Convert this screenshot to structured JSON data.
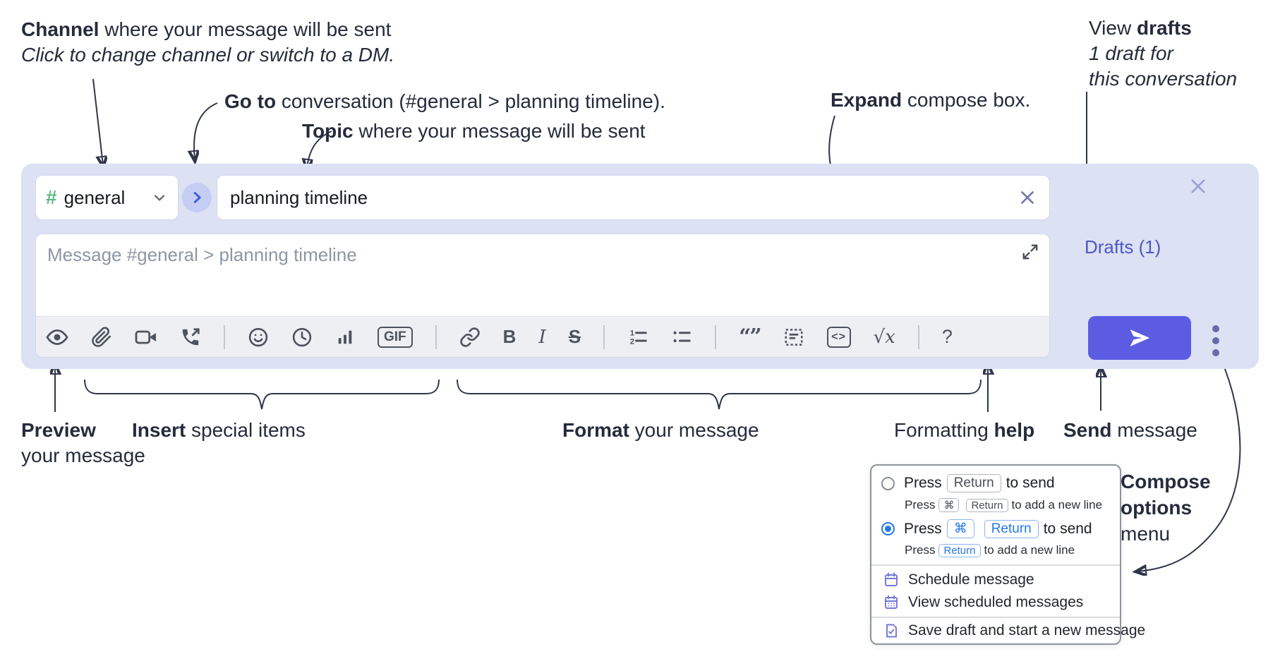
{
  "annotations": {
    "channel": {
      "bold": "Channel",
      "rest": " where your message will be sent",
      "sub": "Click to change channel or switch to a DM."
    },
    "goto": {
      "bold": "Go to",
      "rest": " conversation (#general > planning timeline)."
    },
    "topic": {
      "bold": "Topic",
      "rest": " where your message will be sent"
    },
    "expand": {
      "bold": "Expand",
      "rest": " compose box."
    },
    "view_drafts": {
      "pre": "View ",
      "bold": "drafts",
      "line2": "1 draft for",
      "line3": "this conversation"
    },
    "preview": {
      "bold": "Preview",
      "line2": "your message"
    },
    "insert": {
      "bold": "Insert",
      "rest": " special items"
    },
    "format": {
      "bold": "Format",
      "rest": " your message"
    },
    "help": {
      "pre": "Formatting ",
      "bold": "help"
    },
    "send": {
      "bold": "Send",
      "rest": " message"
    },
    "compose_options": {
      "line1": "Compose",
      "line2": "options",
      "line3": "menu"
    }
  },
  "compose": {
    "channel": {
      "hash": "#",
      "name": "general"
    },
    "topic": {
      "value": "planning timeline"
    },
    "message": {
      "placeholder": "Message #general > planning timeline"
    },
    "drafts_link": "Drafts (1)",
    "toolbar": {
      "gif": "GIF",
      "bold": "B",
      "italic": "I",
      "strike": "S",
      "quote": "“”",
      "code": "<>",
      "math": "√x",
      "help": "?"
    }
  },
  "popup": {
    "option1": {
      "press": "Press",
      "key": "Return",
      "suffix": "to send"
    },
    "option1_sub": {
      "press": "Press",
      "key1": "⌘",
      "key2": "Return",
      "suffix": "to add a new line"
    },
    "option2": {
      "press": "Press",
      "key1": "⌘",
      "key2": "Return",
      "suffix": "to send"
    },
    "option2_sub": {
      "press": "Press",
      "key": "Return",
      "suffix": "to add a new line"
    },
    "menu": [
      {
        "label": "Schedule message"
      },
      {
        "label": "View scheduled messages"
      },
      {
        "label": "Save draft and start a new message"
      }
    ]
  },
  "colors": {
    "compose_bg": "#dce1f4",
    "send_button": "#5b5ce2",
    "drafts_link": "#5157c1",
    "radio_blue": "#2678e4",
    "toolbar_icon": "#4e545e",
    "menu_icon_purple": "#7477d8",
    "hash_green": "#5fb883",
    "annotation_text": "#262b3c"
  }
}
